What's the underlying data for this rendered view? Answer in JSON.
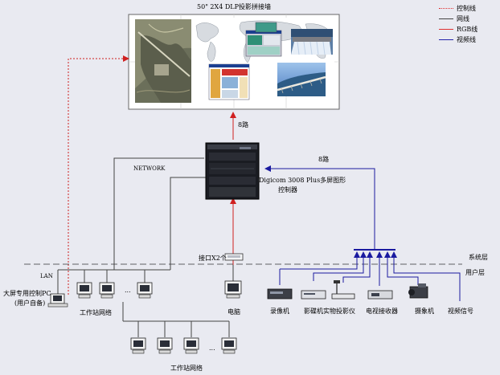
{
  "title": "50\" 2X4 DLP投影拼接墙",
  "legend": [
    {
      "label": "控制线",
      "color": "#e03030",
      "style": "dotted"
    },
    {
      "label": "网线",
      "color": "#444444",
      "style": "solid"
    },
    {
      "label": "RGB线",
      "color": "#e03030",
      "style": "solid"
    },
    {
      "label": "视频线",
      "color": "#2222aa",
      "style": "solid"
    }
  ],
  "labels": {
    "eight_way_top": "8路",
    "eight_way_right": "8路",
    "network": "NETWORK",
    "controller_line1": "Digicom 3008 Plus多屏图形",
    "controller_line2": "控制器",
    "lan": "LAN",
    "port": "接口X2个",
    "system_layer": "系统层",
    "user_layer": "用户层",
    "large_screen_pc_line1": "大屏专用控制PC",
    "large_screen_pc_line2": "(用户自备)",
    "workstation_net_1": "工作站网络",
    "workstation_net_2": "工作站网络",
    "computer": "电脑",
    "ellipsis_1": "...",
    "ellipsis_2": "..."
  },
  "devices": [
    {
      "label": "录像机",
      "icon": "vcr-icon"
    },
    {
      "label": "影碟机",
      "icon": "dvd-player-icon"
    },
    {
      "label": "实物投影仪",
      "icon": "document-camera-icon"
    },
    {
      "label": "电视接收器",
      "icon": "tv-receiver-icon"
    },
    {
      "label": "摄象机",
      "icon": "video-camera-icon"
    },
    {
      "label": "视频信号",
      "icon": ""
    }
  ]
}
